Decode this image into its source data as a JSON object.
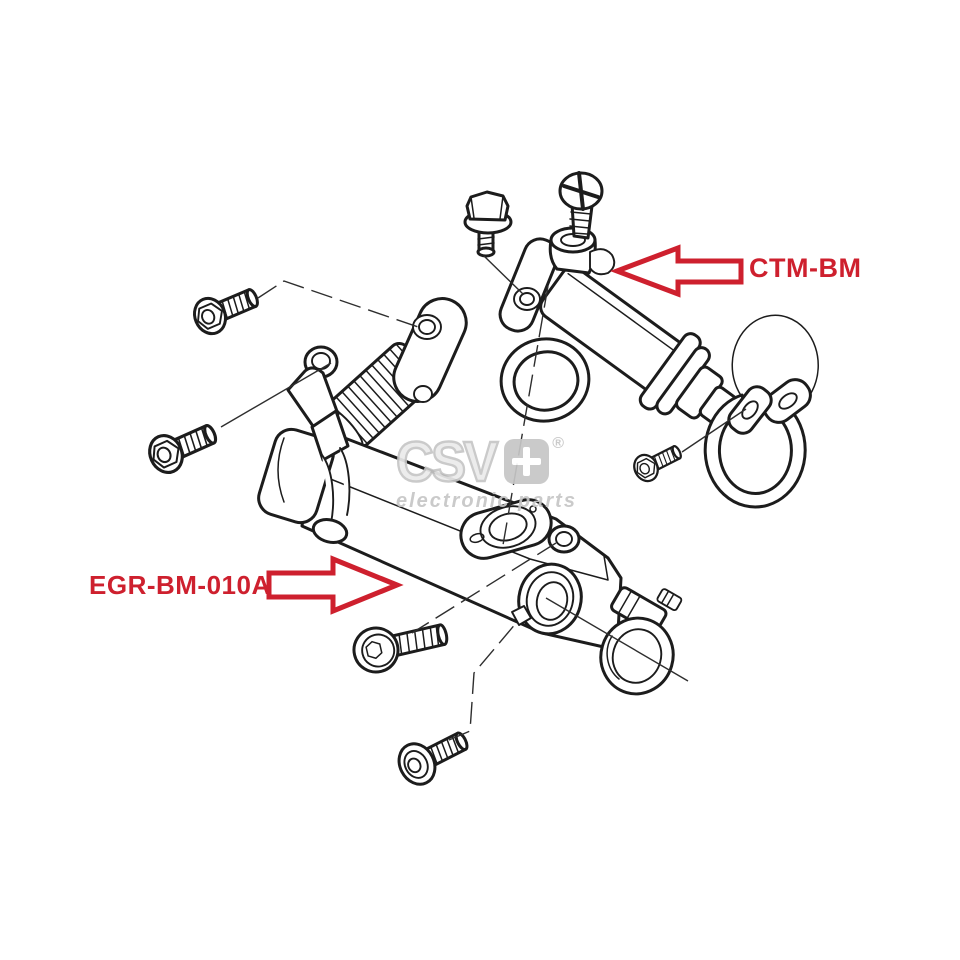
{
  "colors": {
    "background": "#ffffff",
    "line": "#1c1c1c",
    "annotation-red": "#ce202e",
    "watermark-gray": "#c6c6c6"
  },
  "annotations": {
    "ctm": {
      "label": "CTM-BM",
      "arrow_direction": "left"
    },
    "egr": {
      "label": "EGR-BM-010A",
      "arrow_direction": "right"
    }
  },
  "watermark": {
    "brand": "CSV",
    "plus_symbol": "+",
    "registered_mark": "®",
    "tagline": "electronic parts"
  }
}
